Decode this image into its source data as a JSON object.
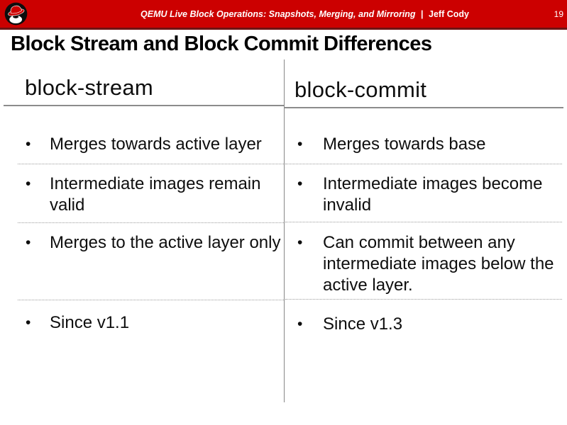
{
  "header": {
    "logo_icon": "redhat-shadowman-icon",
    "title": "QEMU Live Block Operations: Snapshots, Merging, and Mirroring",
    "divider": "|",
    "author": "Jeff Cody",
    "page_number": "19",
    "bg_color": "#cc0000"
  },
  "slide": {
    "title": "Block Stream and Block Commit Differences"
  },
  "comparison": {
    "bullet_char": "•",
    "columns": [
      {
        "header": "block-stream",
        "bullets": [
          "Merges towards active layer",
          "Intermediate images remain valid",
          "Merges to the active layer only",
          "Since v1.1"
        ]
      },
      {
        "header": "block-commit",
        "bullets": [
          "Merges towards base",
          "Intermediate images become invalid",
          "Can commit between any intermediate images below the active layer.",
          "Since v1.3"
        ]
      }
    ]
  }
}
